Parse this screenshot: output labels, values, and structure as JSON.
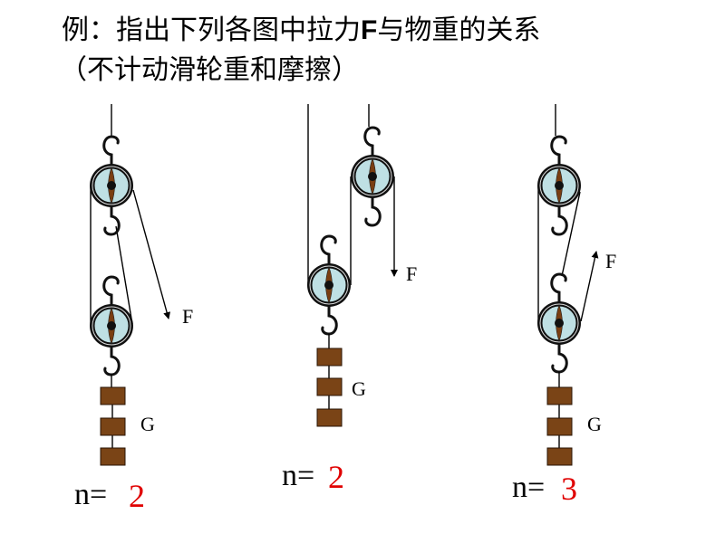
{
  "title": {
    "prefix": "例：指出下列各图中拉力",
    "bold": "F",
    "suffix": "与物重的关系"
  },
  "subtitle": "（不计动滑轮重和摩擦）",
  "diagrams": [
    {
      "force_label": "F",
      "weight_label": "G",
      "n_label": "n=",
      "n_value": "2"
    },
    {
      "force_label": "F",
      "weight_label": "G",
      "n_label": "n=",
      "n_value": "2"
    },
    {
      "force_label": "F",
      "weight_label": "G",
      "n_label": "n=",
      "n_value": "3"
    }
  ],
  "colors": {
    "wheel": "#bfe0e4",
    "axle": "#7a3e12",
    "weight": "#7a4416",
    "answer": "#e00000"
  }
}
